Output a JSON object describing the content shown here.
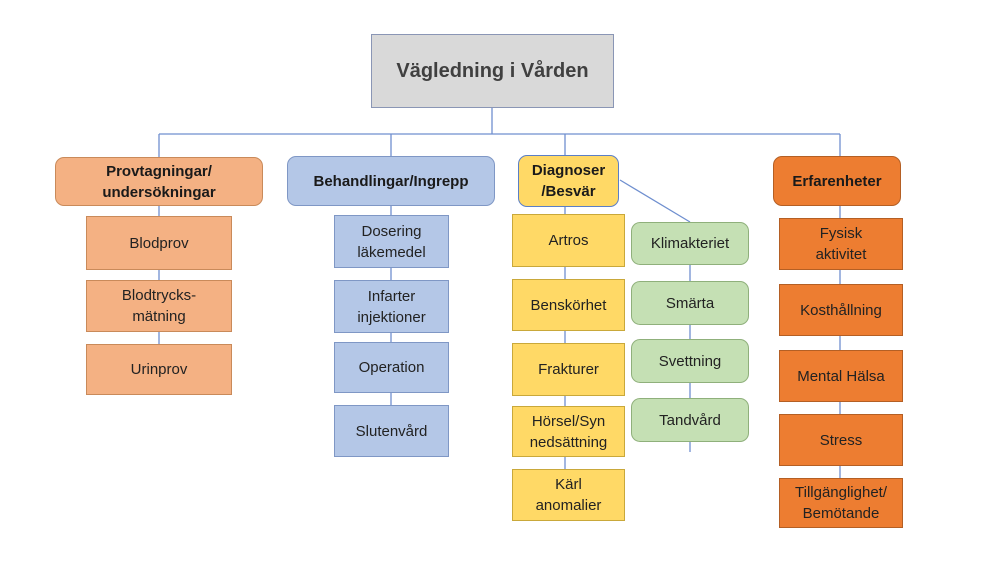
{
  "diagram": {
    "root": "Vägledning i Vården",
    "categories": [
      {
        "label": "Provtagningar/\nundersökningar",
        "items": [
          "Blodprov",
          "Blodtrycks-\nmätning",
          "Urinprov"
        ]
      },
      {
        "label": "Behandlingar/Ingrepp",
        "items": [
          "Dosering\nläkemedel",
          "Infarter\ninjektioner",
          "Operation",
          "Slutenvård"
        ]
      },
      {
        "label": "Diagnoser\n/Besvär",
        "items": [
          "Artros",
          "Benskörhet",
          "Frakturer",
          "Hörsel/Syn\nnedsättning",
          "Kärl\nanomalier"
        ],
        "subitems": [
          "Klimakteriet",
          "Smärta",
          "Svettning",
          "Tandvård"
        ]
      },
      {
        "label": "Erfarenheter",
        "items": [
          "Fysisk\naktivitet",
          "Kosthållning",
          "Mental Hälsa",
          "Stress",
          "Tillgänglighet/\nBemötande"
        ]
      }
    ]
  },
  "colors": {
    "root": "#d9d9d9",
    "provtagningar": "#f4b183",
    "behandlingar": "#b4c7e7",
    "diagnoser": "#ffd966",
    "diagnoser_sub": "#c5e0b4",
    "erfarenheter": "#ed7d31",
    "connector": "#5b7fc7"
  }
}
